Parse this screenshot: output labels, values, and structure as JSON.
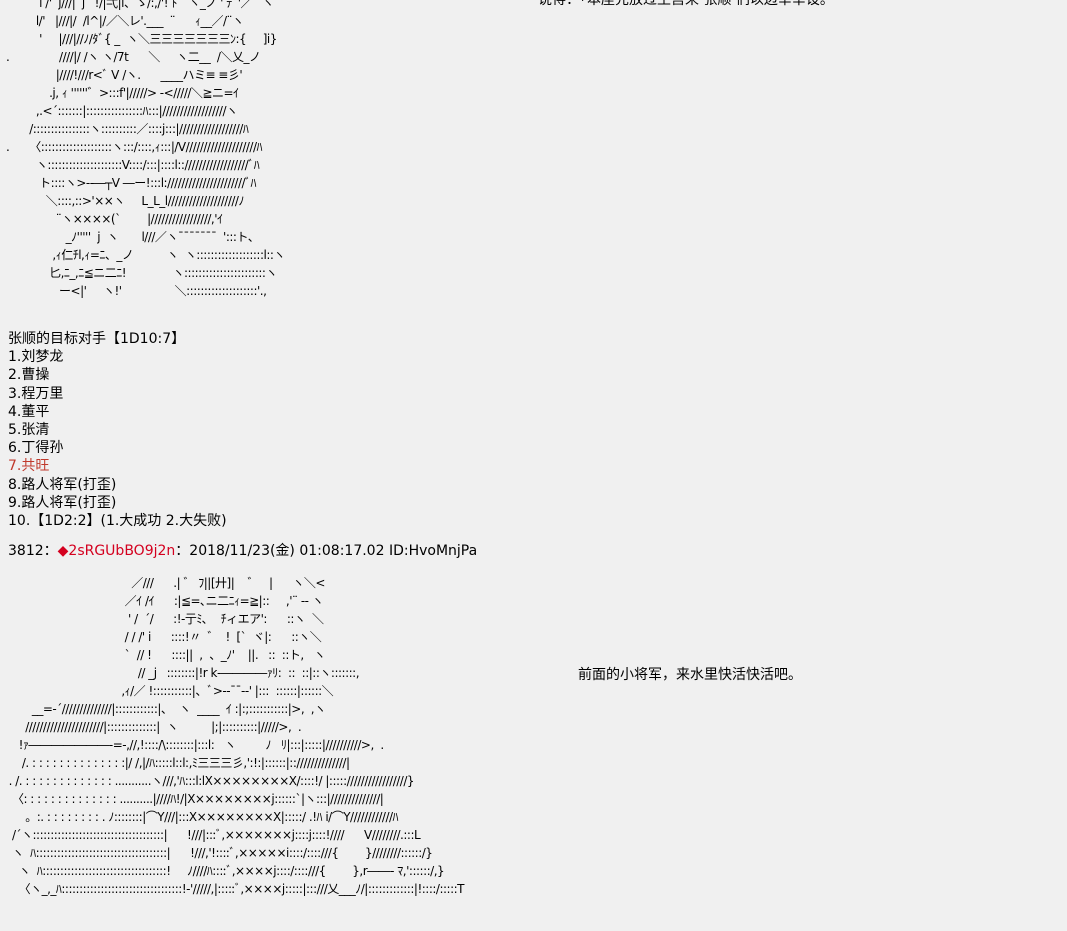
{
  "top_right_text": "说得：「本座先放过王宫来 张顺 们以边举举设。",
  "mid_right_text": "前面的小将军，来水里快活快活吧。",
  "roll_header": "张顺的目标对手【1D10:7】",
  "options": [
    {
      "text": "1.刘梦龙",
      "highlight": false
    },
    {
      "text": "2.曹操",
      "highlight": false
    },
    {
      "text": "3.程万里",
      "highlight": false
    },
    {
      "text": "4.董平",
      "highlight": false
    },
    {
      "text": "5.张清",
      "highlight": false
    },
    {
      "text": "6.丁得孙",
      "highlight": false
    },
    {
      "text": "7.共旺",
      "highlight": true
    },
    {
      "text": "8.路人将军(打歪)",
      "highlight": false
    },
    {
      "text": "9.路人将军(打歪)",
      "highlight": false
    },
    {
      "text": "10.【1D2:2】(1.大成功  2.大失败)",
      "highlight": false
    }
  ],
  "post": {
    "number": "3812",
    "separator": "：",
    "trip": "◆2sRGUbBO9j2n",
    "datetime": "：2018/11/23(金) 01:08:17.02 ID:HvoMnjPa"
  },
  "colors": {
    "background": "#f0f0f0",
    "highlight": "#c0392b",
    "trip": "#d4001f"
  },
  "aa_top": "          i /'  j///|  j   !/|弌|l、ゝ/:,/'! ﾄﾞ`ヽ_ノ ' ﾃﾞ'／   ヽ\n         l/'   |///|/  /l^|/／＼レ'.___  ¨      ｨ__／/¨ヽ\n          '     |///|//ﾉ/ﾀﾞ{ _  ヽ＼三三三三三三三ﾝ:{     ]i}\n.               ////|/ /ヽ ヽ/7t      ＼     ヽ二__  /＼乂_ノ\n               |////!///r<ﾞ V /ヽ.      ____ハミ≡ ≡彡'\n             .j, ｨ ''''''゛>:::f'|/////> -</////＼≧ニ=ｲ\n         ,.<´:::::::|::::::::::::::::ﾊ:::|//////////////////ヽ\n       /::::::::::::::::ヽ::::::::::／::::j:::|//////////////////ﾊ\n.      〈::::::::::::::::::::ヽ:::/::::,ｨ:::|/V////////////////////ﾊ\n         ヽ:::::::::::::::::::::V::::/:::|::::l:://////////////////ﾞﾊ\n          ト::::ヽ>--―┬V ―ー!:::l://////////////////////ﾞﾊ\n            ＼::::,::>'××ヽ     L_L_l////////////////////ﾉ\n               ¨ヽ××××(`        |/////////////////,'ｲ\n                  _ﾉ'''''  j  ヽ       l///／ヽ¯¯¯¯¯¯¯  ':::ト、\n              ,ｨ仁ﾁl,ｨ=ﾆ、_ノ          ヽ  ヽ:::::::::::::::::::l::ヽ\n             匕,ﾆ_,ﾆ≦ニ二ﾆ!              ヽ:::::::::::::::::::::::ヽ\n                ー<|'     ヽ!'                ＼::::::::::::::::::::'.,",
  "aa_bottom": "                                       ／///      .| ゛ ﾌ||[廾]|    ゛   |      ヽ＼<\n                                     ／ｲ /ｲ      :|≦=､ニ二ﾆｨ=≧|::     ,'¨ -- ヽ\n                                      ' /  ´/      :!-亍ﾐ､    ﾁィエア':      ::ヽ  ＼\n                                     / / /' i      ::::!〃  ゛  !  [`  ヾ|:      ::ヽ＼\n                                     `  // !      ::::||  ,  、_ﾉ'    ||.   ::  ::ト,   ヽ\n                                         // _j   ::::::::|!r k‐――――ｧﾘ:  ::  ::|::ヽ:::::::,\n                                    ,ｨ/／ !:::::::::::|、ﾞ>-‐¯¯‐-' |:::  ::::::|::::::＼\n         __=-´//////////////|::::::::::::|、  ヽ  ____  ｲ :|:;:::::::::::|>,  ,ヽ\n       //////////////////////|::::::::::::::|  ヽ          |;|::::::::::|/////>,  .\n     !ｧ―――――――‐=-,//,!::::/\\::::::::|:::l:   ヽ         ﾉ   ﾘ|:::|:::::|//////////>,  .\n      /. : : : : : : : : : : : : : :|/ /,|/ﾊ:::::l::l:,ﾐ三三三彡,':!:|::::::|:://////////////|\n  . /. : : : : : : : : : : : : : ...........ヽ///,'ﾊ:::l:lX××××××××X/::::!/ |::::://///////////////}\n   〈: : : : : : : : : : : : : : ..........|////ﾊ!/|X××××××××j::::::`|ヽ:::|//////////////|\n       。:. : : : : : : : : . ﾉ::::::::|⌒Y///|:::X××××××××X|:::::/ .!ﾊ i/⌒Y////////////ﾊ\n   /´ヽ:::::::::::::::::::::::::::::::::::::|      !///|:::ﾞ,×××××××j::::j::::!////      V////////.:::L\n   ヽ  ﾊ:::::::::::::::::::::::::::::::::::::|      !///,'!::::ﾞ,×××××i::::/::::///{        }////////::::::/}\n     ヽ  ﾊ:::::::::::::::::::::::::::::::::::!     ﾉ////ﾊ::::ﾞ,××××j::::/::::///{        },r――- ﾏ,'::::::/,}\n     〈ヽ_,_ﾊ::::::::::::::::::::::::::::::::::!-'/////,|:::::ﾞ,××××j:::::|:::///乂___ﾉ/|:::::::::::::|!::::/:::::T"
}
